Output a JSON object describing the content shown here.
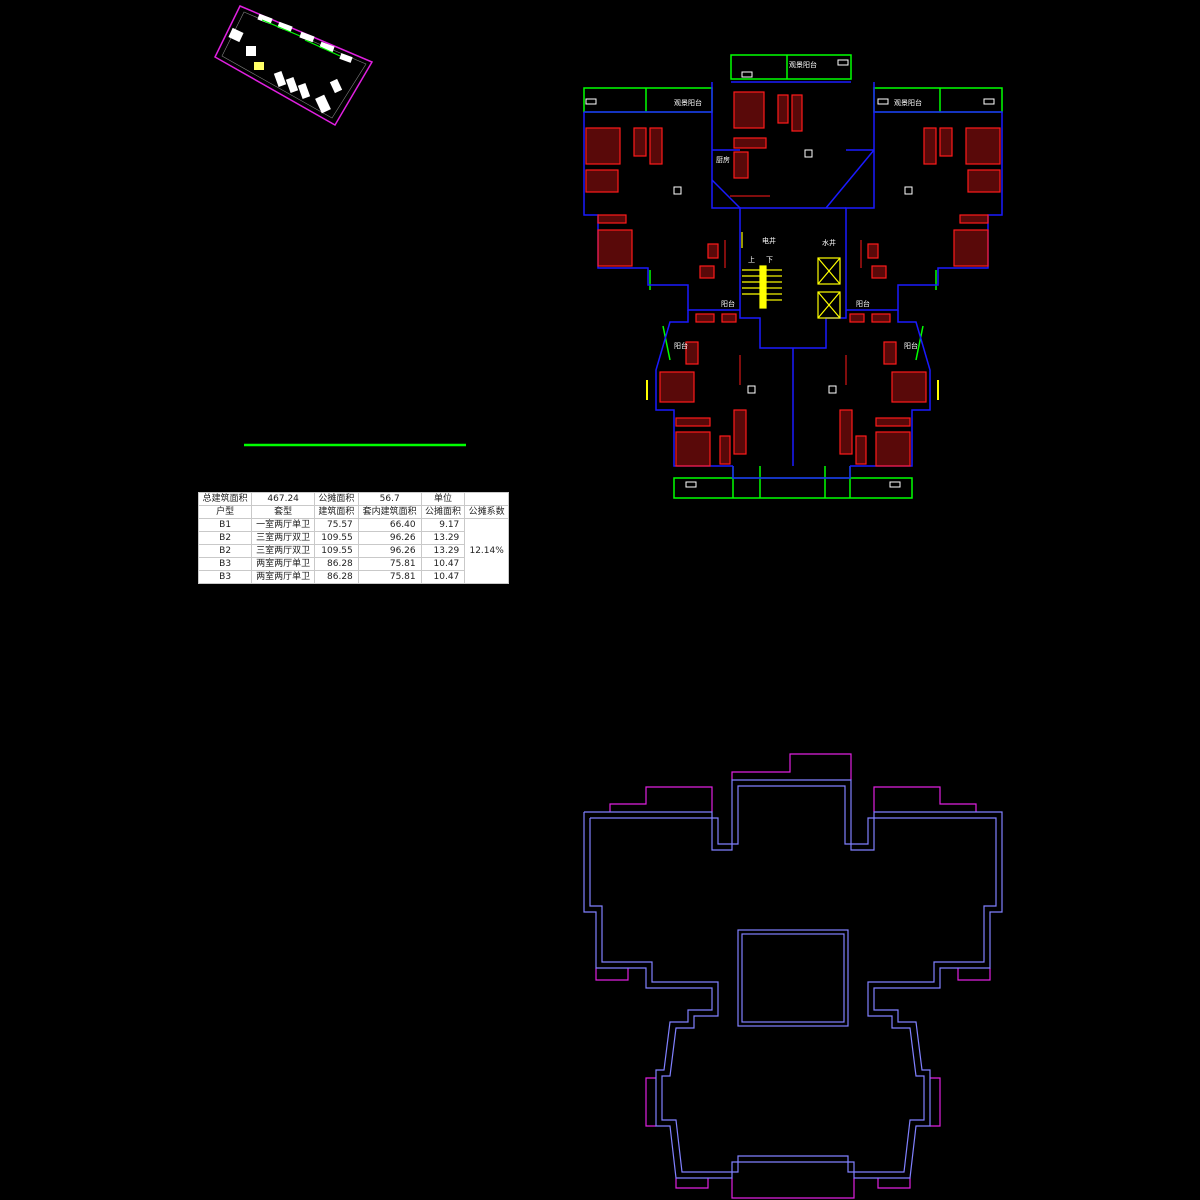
{
  "plan": {
    "room_labels": {
      "north_balcony": "观景阳台",
      "nw_balcony": "观景阳台",
      "ne_balcony": "观景阳台",
      "kitchen": "厨房",
      "elevator": "电井",
      "water": "水井",
      "stair_up": "上",
      "stair_down": "下",
      "w_balcony_mid": "阳台",
      "e_balcony_mid": "阳台",
      "sw_balcony": "阳台",
      "se_balcony": "阳台"
    }
  },
  "area_table": {
    "summary": {
      "total_label": "总建筑面积",
      "total_value": "467.24",
      "shared_label": "公摊面积",
      "shared_value": "56.7",
      "unit_label": "单位"
    },
    "columns": [
      "户型",
      "套型",
      "建筑面积",
      "套内建筑面积",
      "公摊面积",
      "公摊系数"
    ],
    "rows": [
      [
        "B1",
        "一室两厅单卫",
        "75.57",
        "66.40",
        "9.17"
      ],
      [
        "B2",
        "三室两厅双卫",
        "109.55",
        "96.26",
        "13.29"
      ],
      [
        "B2",
        "三室两厅双卫",
        "109.55",
        "96.26",
        "13.29"
      ],
      [
        "B3",
        "两室两厅单卫",
        "86.28",
        "75.81",
        "10.47"
      ],
      [
        "B3",
        "两室两厅单卫",
        "86.28",
        "75.81",
        "10.47"
      ]
    ],
    "coefficient": "12.14%"
  },
  "colors": {
    "wall": "#1a1aff",
    "furniture": "#ff1a1a",
    "window": "#00ff00",
    "outline": "#8080ff",
    "balcony_outline": "#e020e0",
    "core": "#ffff00",
    "label": "#ffffff",
    "table_border": "#e6c46a"
  }
}
